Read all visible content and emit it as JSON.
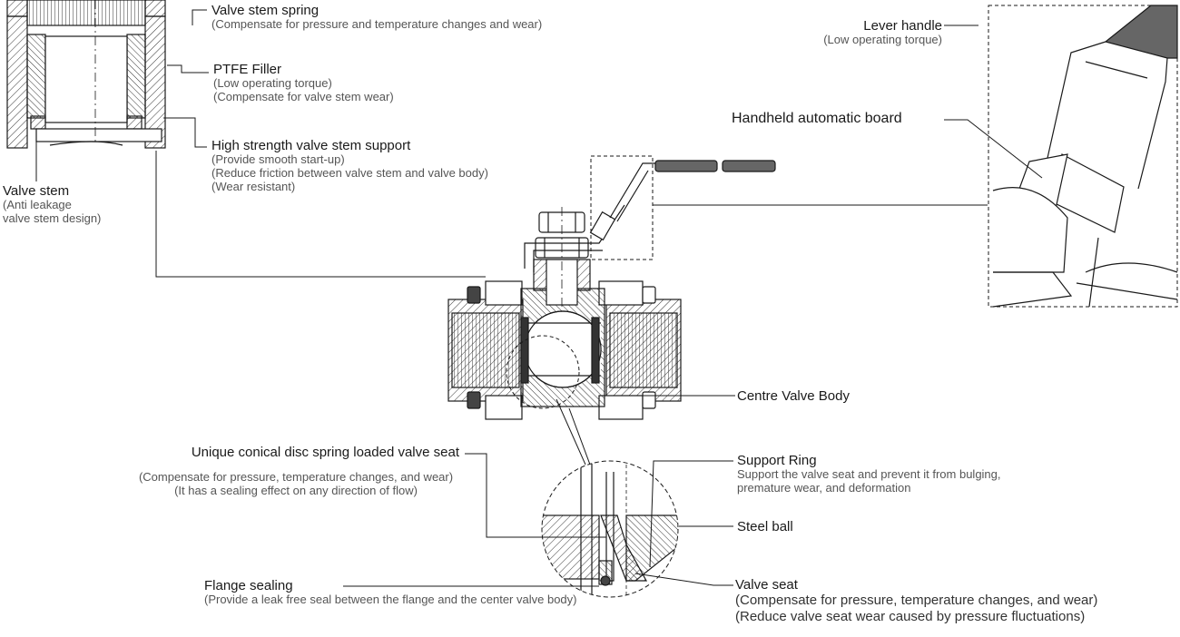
{
  "labels": {
    "valve_stem_spring": {
      "title": "Valve stem spring",
      "lines": [
        "(Compensate for pressure and temperature changes and wear)"
      ]
    },
    "ptfe_filler": {
      "title": "PTFE  Filler",
      "lines": [
        "(Low operating torque)",
        "(Compensate for valve stem wear)"
      ]
    },
    "stem_support": {
      "title": "High strength valve stem support",
      "lines": [
        "(Provide smooth start-up)",
        "(Reduce friction between valve stem and valve body)",
        "(Wear resistant)"
      ]
    },
    "valve_stem": {
      "title": "Valve stem",
      "lines": [
        "(Anti leakage",
        "valve stem design)"
      ]
    },
    "lever_handle": {
      "title": "Lever handle",
      "lines": [
        "(Low operating torque)"
      ]
    },
    "handheld_board": {
      "title": "Handheld automatic board"
    },
    "centre_body": {
      "title": "Centre Valve Body"
    },
    "conical_seat": {
      "title": "Unique conical disc spring loaded valve seat",
      "lines": [
        "(Compensate for pressure, temperature changes, and wear)",
        "(It has a sealing effect on any direction of flow)"
      ]
    },
    "support_ring": {
      "title": "Support Ring",
      "lines": [
        "Support the valve seat and prevent it from bulging,",
        "premature wear, and deformation"
      ]
    },
    "steel_ball": {
      "title": "Steel ball"
    },
    "flange_sealing": {
      "title": "Flange sealing",
      "lines": [
        "(Provide a leak free seal between the flange and the center valve body)"
      ]
    },
    "valve_seat": {
      "title": "Valve seat",
      "lines": [
        "(Compensate for pressure, temperature changes, and wear)",
        "(Reduce valve seat wear caused by pressure fluctuations)"
      ]
    }
  },
  "colors": {
    "line": "#1a1a1a",
    "handle_grip": "#666666",
    "caption": "#555555"
  }
}
